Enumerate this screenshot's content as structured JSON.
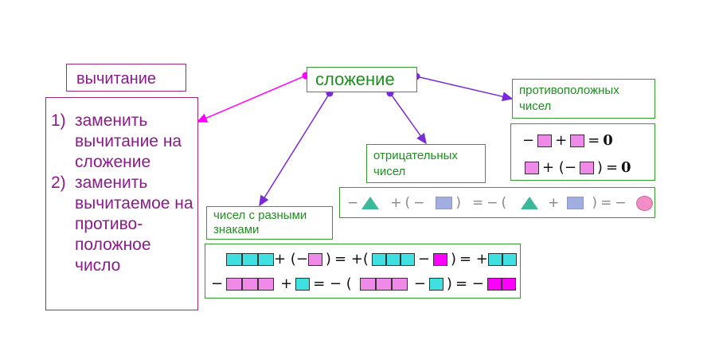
{
  "nodes": {
    "subtraction": "вычитание",
    "rules": {
      "item1_num": "1)",
      "item1_text": "заменить вычитание на сложение",
      "item2_num": "2)",
      "item2_text": "заменить вычитаемое на противо-положное число"
    },
    "addition": "сложение",
    "opposite": "противоположных чисел",
    "negative": "отрицательных чисел",
    "different_signs": "чисел с разными знаками"
  },
  "formulas": {
    "minus": "−",
    "plus": "+",
    "equals": "=",
    "zero": "0",
    "open_paren": "(",
    "close_paren": ")",
    "plus_open_paren": "+(",
    "plus_minus_open": "+ (−",
    "eq_plus_open": "= +(",
    "eq_plus": "= +",
    "eq_minus": "= −",
    "eq_minus_open": "= −  ("
  },
  "colors": {
    "subtraction_branch": "#a0287f",
    "addition_branch": "#33a02c",
    "arrow_magenta": "#ff00ff",
    "arrow_violet": "#7a2ad6",
    "cyan_square": "#40e0e0",
    "pink_square": "#f08ae8",
    "magenta_square": "#ff00ff"
  }
}
